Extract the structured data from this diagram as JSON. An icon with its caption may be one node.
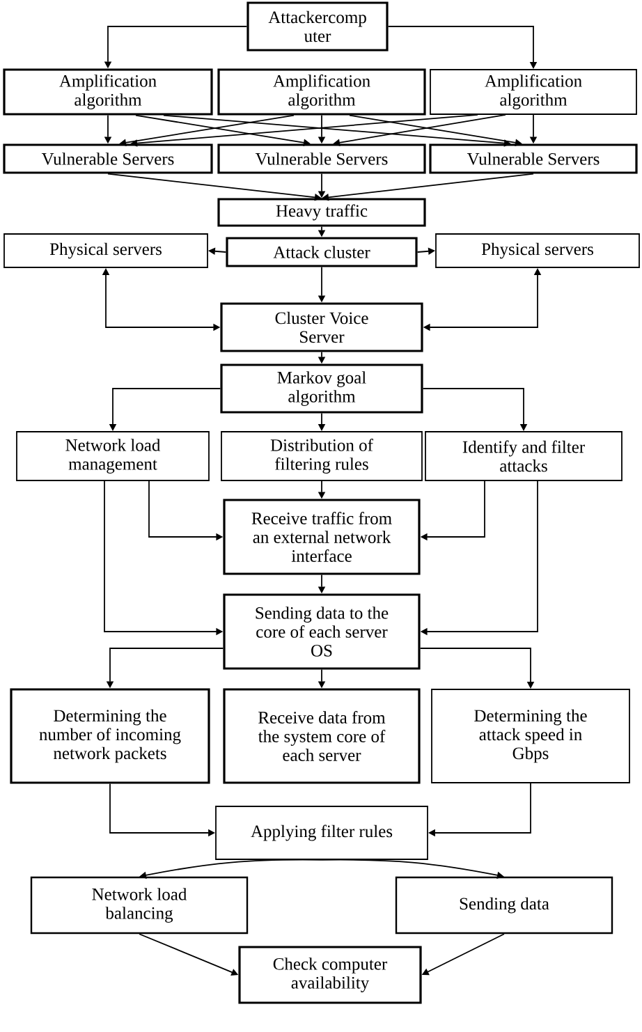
{
  "diagram": {
    "nodes": [
      {
        "text": [
          "Attackercomp uter"
        ]
      },
      {
        "text": [
          "Amplification algorithm"
        ]
      },
      {
        "text": [
          "Amplification algorithm"
        ]
      },
      {
        "text": [
          "Amplification algorithm"
        ]
      },
      {
        "text": [
          "Vulnerable Servers"
        ]
      },
      {
        "text": [
          "Vulnerable Servers"
        ]
      },
      {
        "text": [
          "Vulnerable Servers"
        ]
      },
      {
        "text": [
          "Heavy traffic"
        ]
      },
      {
        "text": [
          "Physical servers"
        ]
      },
      {
        "text": [
          "Attack cluster"
        ]
      },
      {
        "text": [
          "Physical servers"
        ]
      },
      {
        "text": [
          "Cluster Voice Server"
        ]
      },
      {
        "text": [
          "Markov goal algorithm"
        ]
      },
      {
        "text": [
          "Network load management"
        ]
      },
      {
        "text": [
          "Distribution of filtering rules"
        ]
      },
      {
        "text": [
          "Identify and filter attacks"
        ]
      },
      {
        "text": [
          "Receive traffic from an external network interface"
        ]
      },
      {
        "text": [
          "Sending data to the core of each server OS"
        ]
      },
      {
        "text": [
          "Determining the number of incoming network packets"
        ]
      },
      {
        "text": [
          "Receive data from the system core of each server"
        ]
      },
      {
        "text": [
          "Determining the attack speed in Gbps"
        ]
      },
      {
        "text": [
          "Applying filter rules"
        ]
      },
      {
        "text": [
          "Network load balancing"
        ]
      },
      {
        "text": [
          "Sending data"
        ]
      },
      {
        "text": [
          "Check computer availability"
        ]
      }
    ],
    "edges": [
      {
        "from": 0,
        "to": 1,
        "arrow": "to"
      },
      {
        "from": 0,
        "to": 3,
        "arrow": "to"
      },
      {
        "from": 1,
        "to": 4,
        "arrow": "to"
      },
      {
        "from": 1,
        "to": 5,
        "arrow": "to"
      },
      {
        "from": 1,
        "to": 6,
        "arrow": "to"
      },
      {
        "from": 2,
        "to": 4,
        "arrow": "to"
      },
      {
        "from": 2,
        "to": 5,
        "arrow": "to"
      },
      {
        "from": 2,
        "to": 6,
        "arrow": "to"
      },
      {
        "from": 3,
        "to": 4,
        "arrow": "to"
      },
      {
        "from": 3,
        "to": 5,
        "arrow": "to"
      },
      {
        "from": 3,
        "to": 6,
        "arrow": "to"
      },
      {
        "from": 4,
        "to": 7,
        "arrow": "to"
      },
      {
        "from": 5,
        "to": 7,
        "arrow": "to"
      },
      {
        "from": 6,
        "to": 7,
        "arrow": "to"
      },
      {
        "from": 7,
        "to": 9,
        "arrow": "to"
      },
      {
        "from": 9,
        "to": 8,
        "arrow": "to"
      },
      {
        "from": 9,
        "to": 10,
        "arrow": "to"
      },
      {
        "from": 9,
        "to": 11,
        "arrow": "to"
      },
      {
        "from": 8,
        "to": 11,
        "arrow": "both"
      },
      {
        "from": 10,
        "to": 11,
        "arrow": "both"
      },
      {
        "from": 11,
        "to": 12,
        "arrow": "to"
      },
      {
        "from": 12,
        "to": 13,
        "arrow": "to"
      },
      {
        "from": 12,
        "to": 14,
        "arrow": "to"
      },
      {
        "from": 12,
        "to": 15,
        "arrow": "to"
      },
      {
        "from": 14,
        "to": 16,
        "arrow": "to"
      },
      {
        "from": 13,
        "to": 16,
        "arrow": "to"
      },
      {
        "from": 15,
        "to": 16,
        "arrow": "to"
      },
      {
        "from": 13,
        "to": 17,
        "arrow": "to"
      },
      {
        "from": 15,
        "to": 17,
        "arrow": "to"
      },
      {
        "from": 16,
        "to": 17,
        "arrow": "to"
      },
      {
        "from": 17,
        "to": 18,
        "arrow": "to"
      },
      {
        "from": 17,
        "to": 19,
        "arrow": "to"
      },
      {
        "from": 17,
        "to": 20,
        "arrow": "to"
      },
      {
        "from": 18,
        "to": 21,
        "arrow": "to"
      },
      {
        "from": 20,
        "to": 21,
        "arrow": "to"
      },
      {
        "from": 21,
        "to": 22,
        "arrow": "to"
      },
      {
        "from": 21,
        "to": 23,
        "arrow": "to"
      },
      {
        "from": 22,
        "to": 24,
        "arrow": "to"
      },
      {
        "from": 23,
        "to": 24,
        "arrow": "to"
      }
    ]
  }
}
